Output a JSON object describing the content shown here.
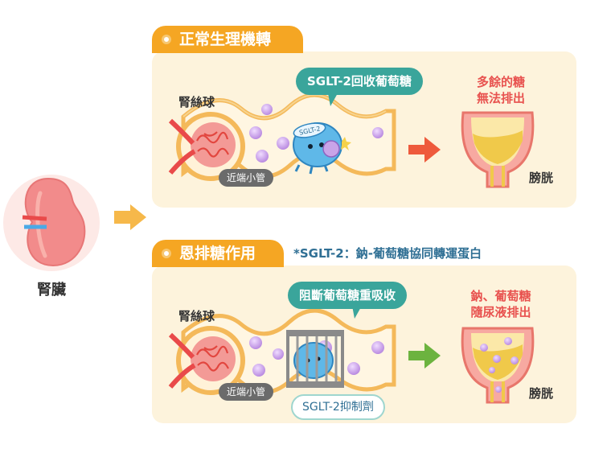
{
  "kidney": {
    "label": "腎臟"
  },
  "panel_top": {
    "title": "正常生理機轉",
    "glomerulus_label": "腎絲球",
    "tubule_label": "近端小管",
    "bubble_text": "SGLT-2回收葡萄糖",
    "mascot_tag": "SGLT-2",
    "result_text": [
      "多餘的糖",
      "無法排出"
    ],
    "bladder_label": "膀胱"
  },
  "panel_bottom": {
    "title": "恩排糖作用",
    "note": "*SGLT-2：鈉-葡萄糖協同轉運蛋白",
    "glomerulus_label": "腎絲球",
    "tubule_label": "近端小管",
    "bubble_text": "阻斷葡萄糖重吸收",
    "inhibitor_tag": "SGLT-2抑制劑",
    "result_text": [
      "鈉、葡萄糖",
      "隨尿液排出"
    ],
    "bladder_label": "膀胱"
  },
  "colors": {
    "panel_bg": "#fdf3dc",
    "title_orange": "#f5a623",
    "tubule": "#f7c878",
    "glucose": "#c9a4e8",
    "teal": "#3aa59b",
    "red_text": "#e8524f",
    "arrow_red": "#ee5a3c",
    "arrow_green": "#6cb33f",
    "kidney": "#f28b8b"
  },
  "icons": [
    "kidney-icon",
    "glomerulus-icon",
    "sglt2-mascot-icon",
    "bladder-icon",
    "cage-icon",
    "arrow-icon"
  ]
}
